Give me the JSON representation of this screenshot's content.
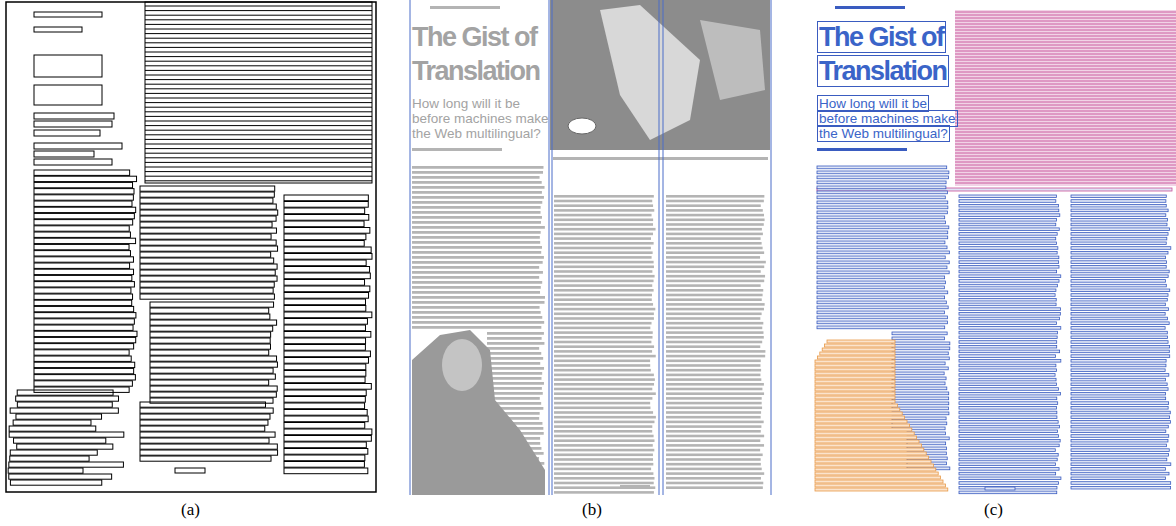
{
  "diagram": {
    "labels": [
      "The Gist of Translation",
      "How long will it be before machines make the Web multilingual?",
      "The Gist of Translation",
      "How long will it be before machines make the Web multilingual?",
      "(a)",
      "(b)",
      "(c)"
    ]
  }
}
